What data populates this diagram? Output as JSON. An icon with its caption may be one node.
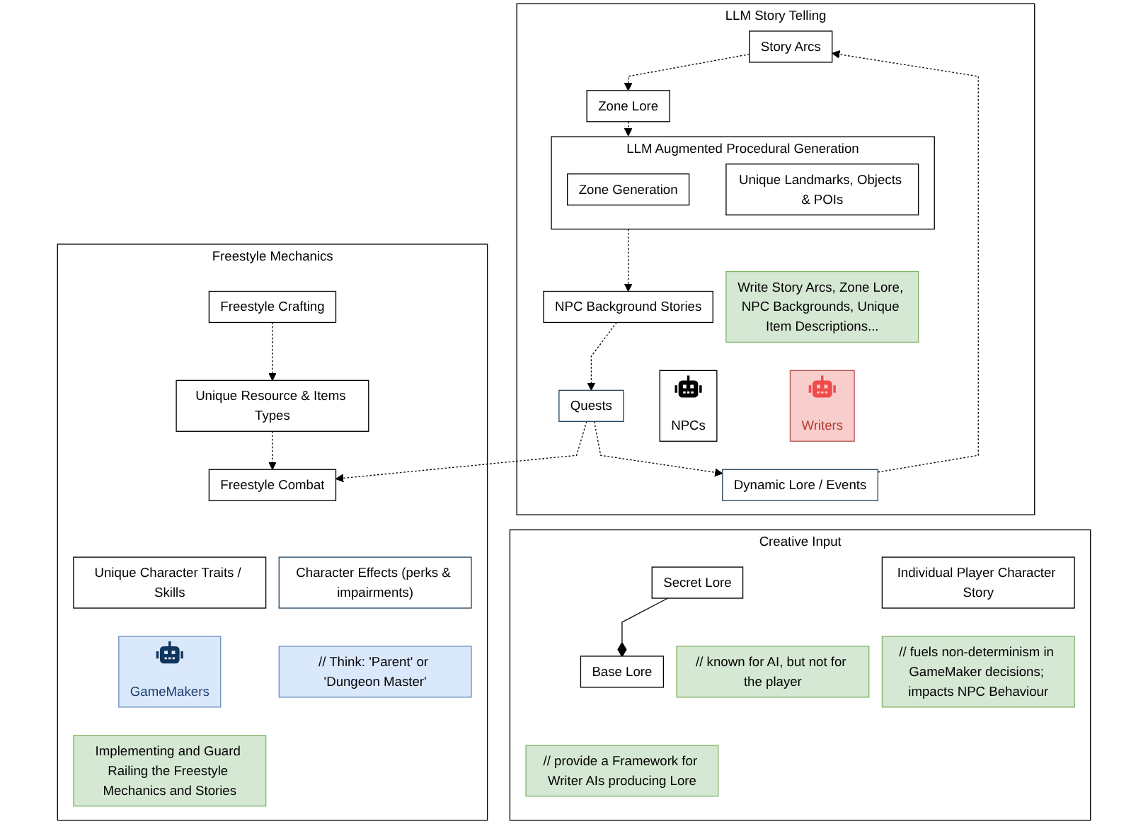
{
  "diagram": {
    "nodes": [
      {
        "text": [
          "LLM Story Telling"
        ]
      },
      {
        "text": [
          "Story Arcs"
        ],
        "in": 0
      },
      {
        "text": [
          "Zone Lore"
        ],
        "in": 0
      },
      {
        "text": [
          "Dynamic Lore / Events"
        ],
        "in": 0
      },
      {
        "text": [
          "Quests"
        ],
        "in": 0
      },
      {
        "text": [
          "LLM Augmented Procedural Generation"
        ],
        "in": 0
      },
      {
        "text": [
          "Zone Generation"
        ],
        "in": 5
      },
      {
        "text": [
          "Unique Landmarks, Objects & POIs"
        ],
        "in": 5
      },
      {
        "text": [
          "NPC Background Stories"
        ],
        "in": 0
      },
      {
        "text": [
          "NPCs"
        ],
        "in": 0
      },
      {
        "text": [
          "Write Story Arcs, Zone Lore, NPC Backgrounds, Unique Item Descriptions..."
        ],
        "in": 0
      },
      {
        "text": [
          "Writers"
        ],
        "in": 0
      },
      {
        "text": [
          "Freestyle Mechanics"
        ]
      },
      {
        "text": [
          "Freestyle Crafting"
        ],
        "in": 12
      },
      {
        "text": [
          "Unique Resource & Items Types"
        ],
        "in": 12
      },
      {
        "text": [
          "Freestyle Combat"
        ],
        "in": 12
      },
      {
        "text": [
          "Unique Character Traits / Skills"
        ],
        "in": 12
      },
      {
        "text": [
          "Character Effects (perks & impairments)"
        ],
        "in": 12
      },
      {
        "text": [
          "GameMakers"
        ],
        "in": 12
      },
      {
        "text": [
          "// Think: 'Parent' or 'Dungeon Master'"
        ],
        "in": 12
      },
      {
        "text": [
          "Implementing and Guard Railing the Freestyle Mechanics and Stories"
        ],
        "in": 12
      },
      {
        "text": [
          "Creative Input"
        ]
      },
      {
        "text": [
          "Base Lore"
        ],
        "in": 21
      },
      {
        "text": [
          "Secret Lore"
        ],
        "in": 21
      },
      {
        "text": [
          "Individual Player Character Story"
        ],
        "in": 21
      },
      {
        "text": [
          "// provide a Framework for Writer AIs producing Lore"
        ],
        "in": 21
      },
      {
        "text": [
          "// known for AI, but not for the player"
        ],
        "in": 21
      },
      {
        "text": [
          "// fuels non-determinism in GameMaker decisions; impacts NPC Behaviour"
        ],
        "in": 21
      }
    ],
    "edges": [
      {
        "from": 1,
        "to": 2,
        "arrow": "to",
        "style": "dashed"
      },
      {
        "from": 3,
        "to": 1,
        "arrow": "to",
        "style": "dashed"
      },
      {
        "from": 2,
        "to": 5,
        "arrow": "to",
        "style": "dashed"
      },
      {
        "from": 4,
        "to": 3,
        "arrow": "to",
        "style": "dashed"
      },
      {
        "from": 8,
        "to": 4,
        "arrow": "to",
        "style": "dashed"
      },
      {
        "from": 5,
        "to": 8,
        "arrow": "to",
        "style": "dashed"
      },
      {
        "from": 4,
        "to": 15,
        "arrow": "to",
        "style": "dashed"
      },
      {
        "from": 13,
        "to": 14,
        "arrow": "to",
        "style": "dashed"
      },
      {
        "from": 14,
        "to": 15,
        "arrow": "to",
        "style": "dashed"
      },
      {
        "from": 23,
        "to": 22,
        "arrow": "other"
      }
    ]
  }
}
